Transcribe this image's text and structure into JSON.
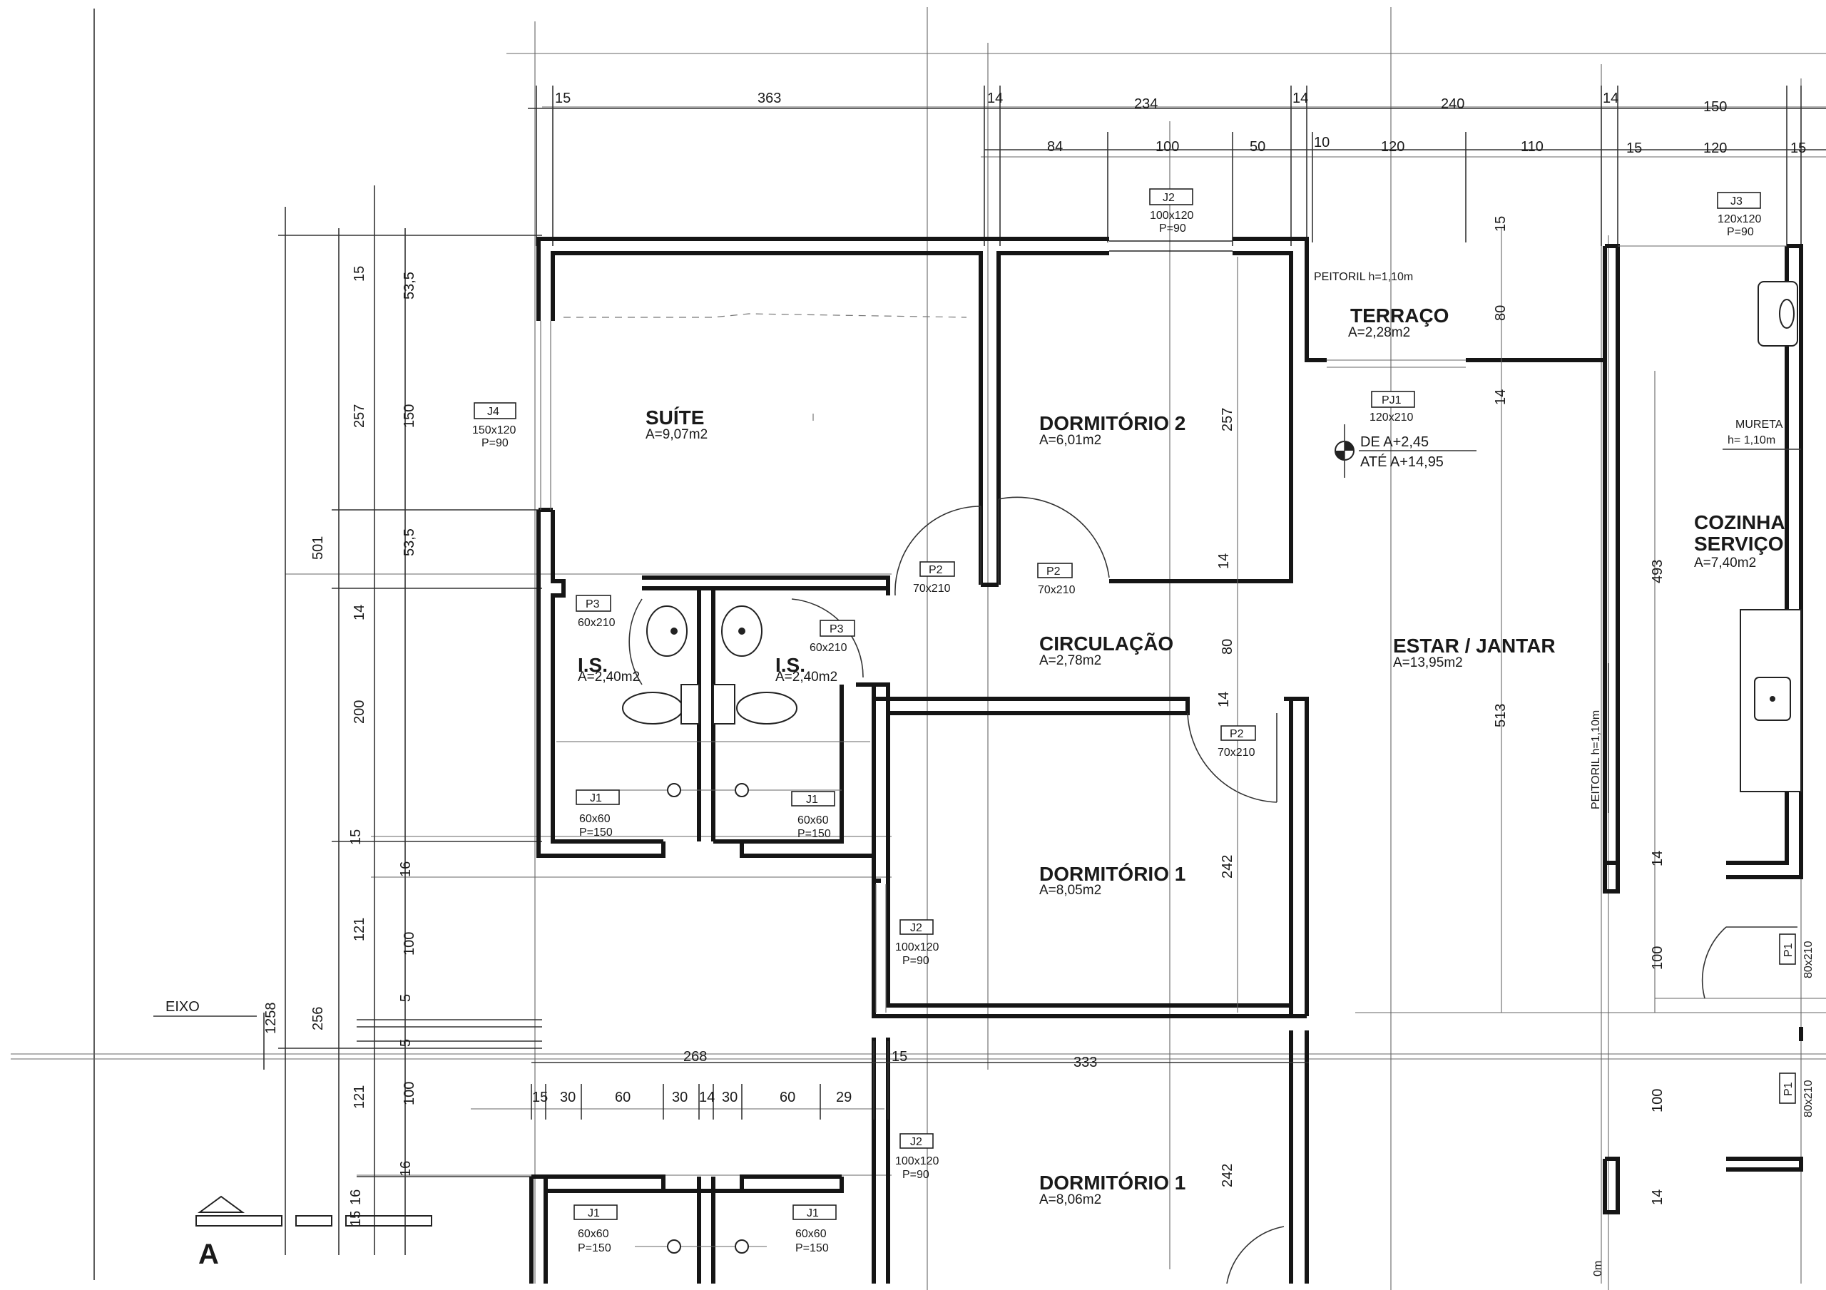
{
  "rooms": {
    "suite": {
      "name": "SUÍTE",
      "area": "A=9,07m2"
    },
    "dorm2": {
      "name": "DORMITÓRIO 2",
      "area": "A=6,01m2"
    },
    "terraco": {
      "name": "TERRAÇO",
      "area": "A=2,28m2"
    },
    "cozinha": {
      "name1": "COZINHA",
      "name2": "SERVIÇO",
      "area": "A=7,40m2"
    },
    "is_left": {
      "name": "I.S.",
      "area": "A=2,40m2"
    },
    "is_right": {
      "name": "I.S.",
      "area": "A=2,40m2"
    },
    "circulacao": {
      "name": "CIRCULAÇÃO",
      "area": "A=2,78m2"
    },
    "estar": {
      "name": "ESTAR / JANTAR",
      "area": "A=13,95m2"
    },
    "dorm1": {
      "name": "DORMITÓRIO 1",
      "area": "A=8,05m2"
    },
    "dorm1_lower": {
      "name": "DORMITÓRIO 1",
      "area": "A=8,06m2"
    }
  },
  "openings": {
    "j2_top": {
      "tag": "J2",
      "size": "100x120",
      "sill": "P=90"
    },
    "j3": {
      "tag": "J3",
      "size": "120x120",
      "sill": "P=90"
    },
    "j4": {
      "tag": "J4",
      "size": "150x120",
      "sill": "P=90"
    },
    "pj1": {
      "tag": "PJ1",
      "size": "120x210"
    },
    "p3_left": {
      "tag": "P3",
      "size": "60x210"
    },
    "p3_right": {
      "tag": "P3",
      "size": "60x210"
    },
    "p2_a": {
      "tag": "P2",
      "size": "70x210"
    },
    "p2_b": {
      "tag": "P2",
      "size": "70x210"
    },
    "p2_c": {
      "tag": "P2",
      "size": "70x210"
    },
    "j1_left": {
      "tag": "J1",
      "size": "60x60",
      "sill": "P=150"
    },
    "j1_right": {
      "tag": "J1",
      "size": "60x60",
      "sill": "P=150"
    },
    "j2_dorm1": {
      "tag": "J2",
      "size": "100x120",
      "sill": "P=90"
    },
    "j2_lower": {
      "tag": "J2",
      "size": "100x120",
      "sill": "P=90"
    },
    "j1_lower_left": {
      "tag": "J1",
      "size": "60x60",
      "sill": "P=150"
    },
    "j1_lower_right": {
      "tag": "J1",
      "size": "60x60",
      "sill": "P=150"
    },
    "p1_a": {
      "tag": "P1",
      "size": "80x210"
    },
    "p1_b": {
      "tag": "P1",
      "size": "80x210"
    }
  },
  "notes": {
    "peitoril_top": "PEITORIL h=1,10m",
    "peitoril_side": "PEITORIL h=1,10m",
    "mureta1": "MURETA",
    "mureta2": "h= 1,10m",
    "level_de": "DE A+2,45",
    "level_ate": "ATÉ A+14,95",
    "eixo": "EIXO",
    "section": "A"
  },
  "dims": {
    "top1": [
      "15",
      "363",
      "14",
      "234",
      "14",
      "240",
      "14",
      "150"
    ],
    "top2": [
      "84",
      "100",
      "50",
      "10",
      "120",
      "110",
      "15",
      "120",
      "15"
    ],
    "left_outer": [
      "1258"
    ],
    "left_a": [
      "501",
      "256"
    ],
    "left_b": [
      "15",
      "257",
      "14",
      "200",
      "15",
      "121",
      "121",
      "16"
    ],
    "left_c": [
      "53,5",
      "150",
      "53,5",
      "16",
      "100",
      "5",
      "5",
      "100",
      "16",
      "15"
    ],
    "interior": [
      "257",
      "14",
      "80",
      "14",
      "242",
      "242",
      "15",
      "80",
      "14",
      "513",
      "493",
      "14",
      "100",
      "100",
      "14"
    ],
    "bottom": [
      "268",
      "15",
      "333"
    ],
    "bottom_small": [
      "15",
      "30",
      "60",
      "30",
      "14",
      "30",
      "60",
      "29"
    ],
    "edge": "0m"
  }
}
